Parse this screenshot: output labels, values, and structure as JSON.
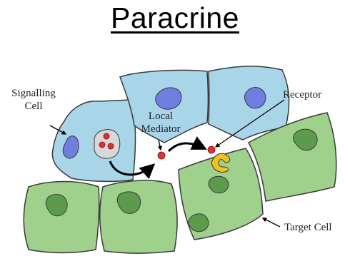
{
  "title": "Paracrine",
  "labels": {
    "signalling_cell": [
      "Signalling",
      "Cell"
    ],
    "local_mediator": [
      "Local",
      "Mediator"
    ],
    "receptor": "Receptor",
    "target_cell": "Target Cell"
  },
  "colors": {
    "signalling_cell_fill": "#a9d5e9",
    "nucleus_blue": "#6f7fe0",
    "target_cell_fill": "#9fd18c",
    "nucleus_green": "#5d9a4e",
    "outline": "#3a3a3a",
    "mediator": "#e03030",
    "receptor": "#f0c020",
    "vesicle": "#d8d8d8"
  }
}
